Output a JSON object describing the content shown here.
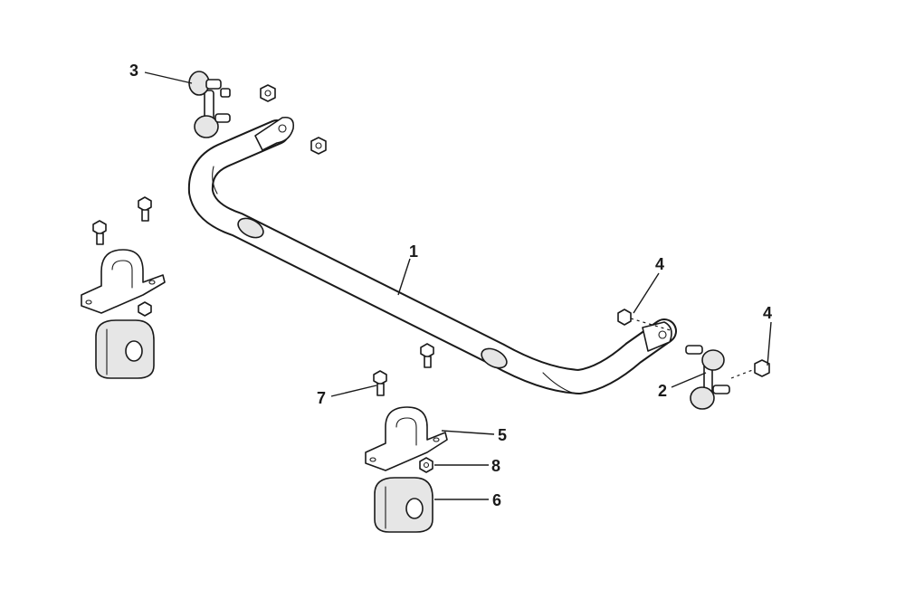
{
  "diagram": {
    "callouts": [
      {
        "id": "c1",
        "label": "1"
      },
      {
        "id": "c2",
        "label": "2"
      },
      {
        "id": "c3",
        "label": "3"
      },
      {
        "id": "c4a",
        "label": "4"
      },
      {
        "id": "c4b",
        "label": "4"
      },
      {
        "id": "c5",
        "label": "5"
      },
      {
        "id": "c6",
        "label": "6"
      },
      {
        "id": "c7",
        "label": "7"
      },
      {
        "id": "c8",
        "label": "8"
      }
    ]
  }
}
